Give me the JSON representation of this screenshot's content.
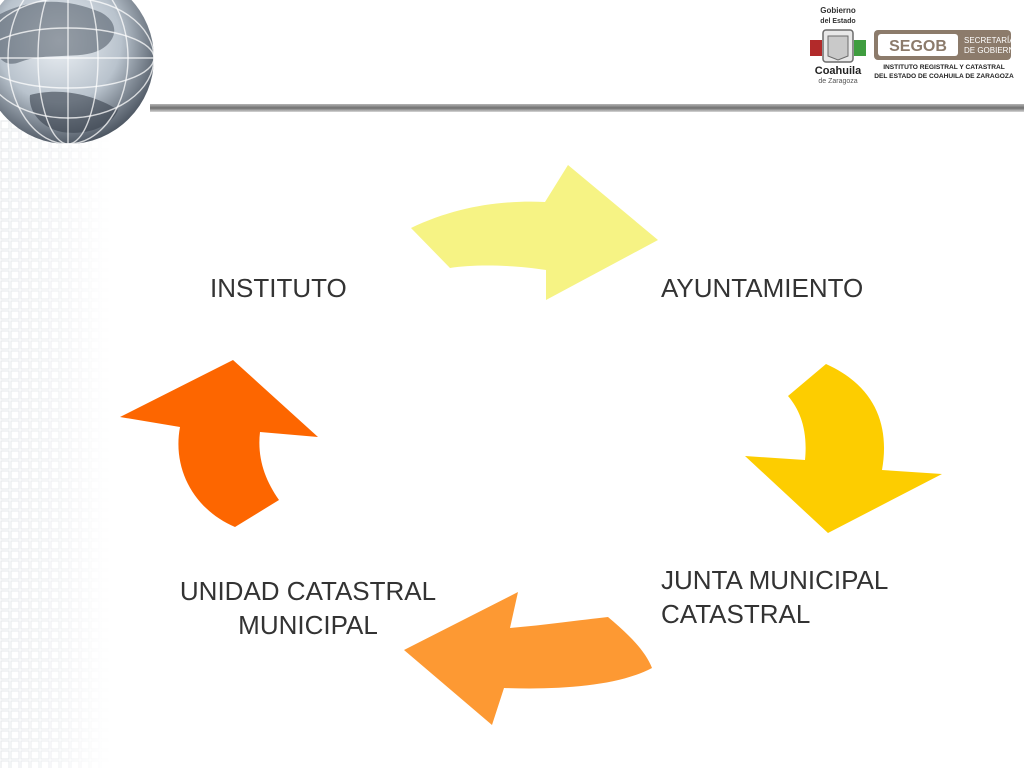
{
  "colors": {
    "arrow_top": "#f6f384",
    "arrow_right": "#fdcd00",
    "arrow_bottom": "#fd9933",
    "arrow_left": "#fd6600",
    "divider": "#8a8a8a",
    "segob_brand": "#8c7b6b",
    "text": "#333333"
  },
  "icons": [
    "globe-icon",
    "coahuila-seal-icon",
    "segob-logo-icon"
  ],
  "logos": {
    "coahuila": {
      "top": "Gobierno",
      "middle": "del Estado",
      "name": "Coahuila",
      "sub": "de Zaragoza"
    },
    "segob": {
      "mark": "SEGOB",
      "dept_line1": "SECRETARÍA",
      "dept_line2": "DE GOBIERNO",
      "inst_line1": "INSTITUTO REGISTRAL Y CATASTRAL",
      "inst_line2": "DEL ESTADO DE COAHUILA DE ZARAGOZA"
    }
  },
  "cycle": {
    "nodes": [
      {
        "lines": [
          "INSTITUTO"
        ]
      },
      {
        "lines": [
          "AYUNTAMIENTO"
        ]
      },
      {
        "lines": [
          "JUNTA MUNICIPAL",
          "CATASTRAL"
        ]
      },
      {
        "lines": [
          "UNIDAD CATASTRAL",
          "MUNICIPAL"
        ]
      }
    ]
  }
}
